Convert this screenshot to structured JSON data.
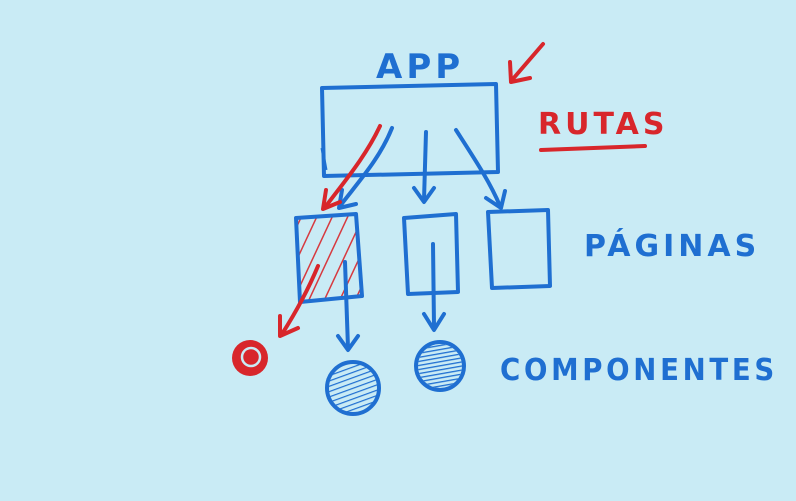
{
  "labels": {
    "app": "APP",
    "rutas": "RUTAS",
    "paginas": "PÁGINAS",
    "componentes": "COMPONENTES"
  },
  "colors": {
    "background": "#c9ebf5",
    "blue": "#1f6fd1",
    "red": "#d8262b"
  }
}
